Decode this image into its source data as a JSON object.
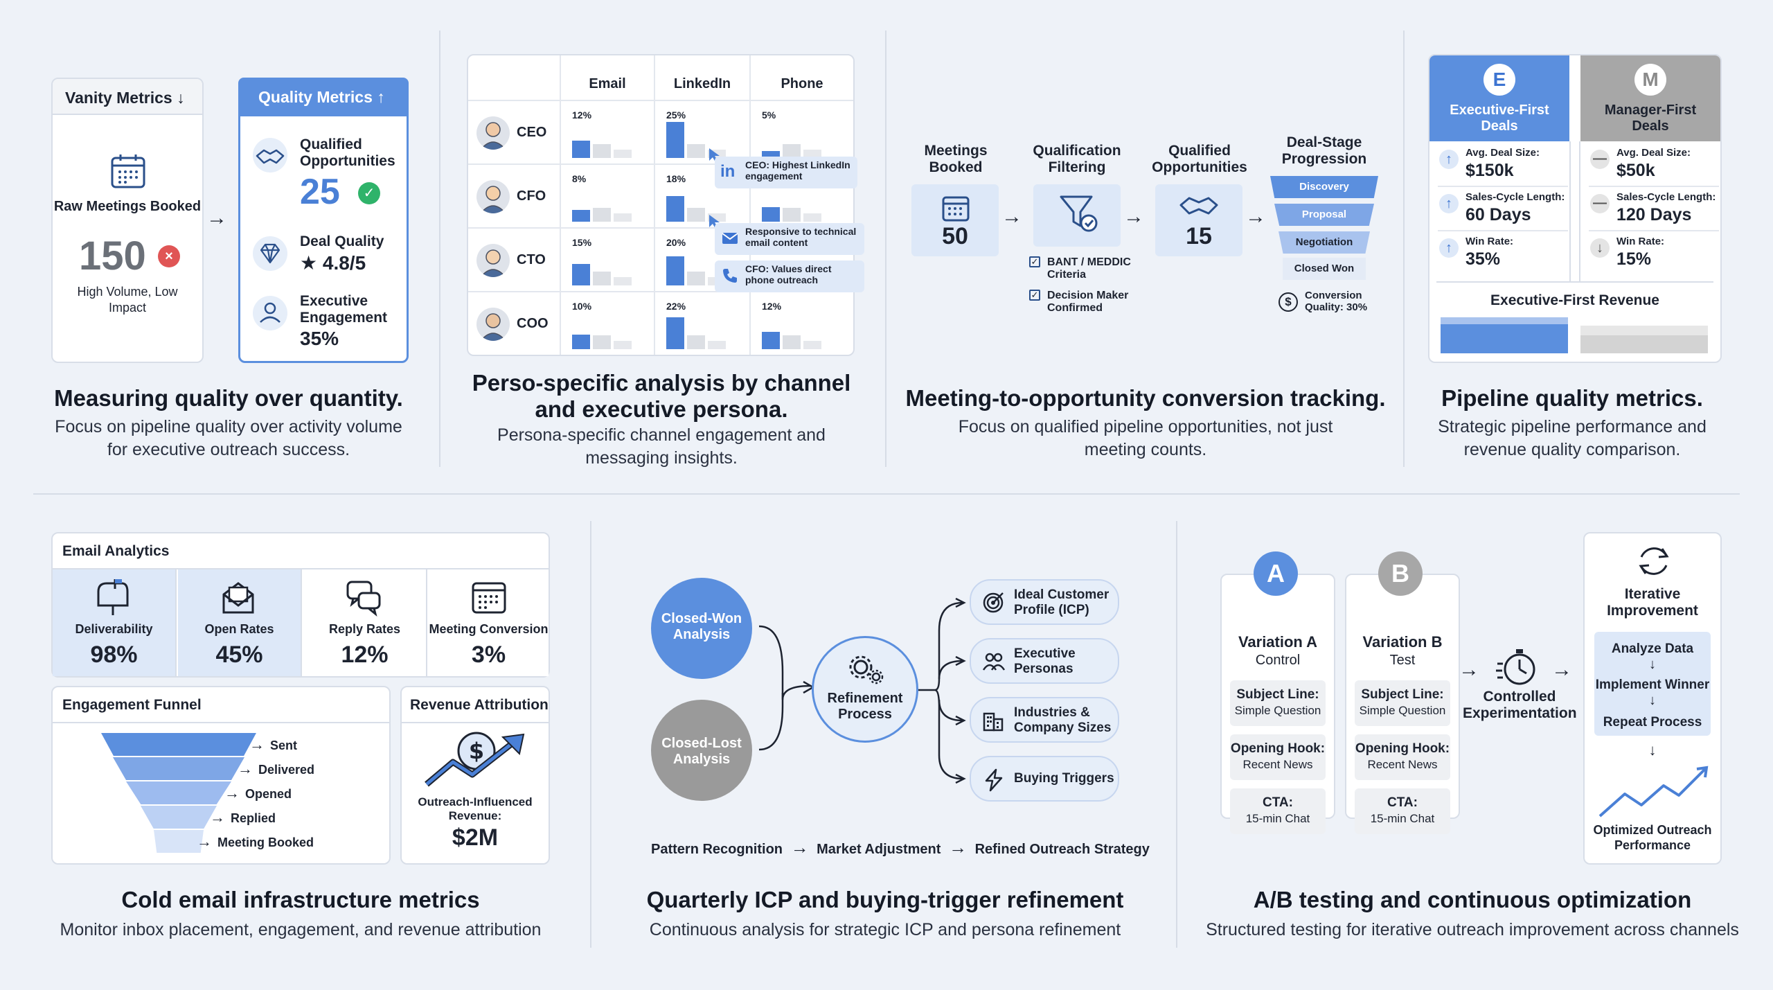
{
  "panel1": {
    "vanity_label": "Vanity Metrics",
    "quality_label": "Quality Metrics",
    "raw_label": "Raw Meetings Booked",
    "raw_value": "150",
    "raw_note": "High Volume, Low Impact",
    "qo_label": "Qualified Opportunities",
    "qo_value": "25",
    "dq_label": "Deal Quality",
    "dq_value": "★ 4.8/5",
    "ee_label": "Executive Engagement",
    "ee_value": "35%",
    "title": "Measuring quality over quantity.",
    "subtitle": "Focus on pipeline quality over activity volume for executive outreach success."
  },
  "panel2": {
    "columns": [
      "Email",
      "LinkedIn",
      "Phone"
    ],
    "rows": [
      {
        "persona": "CEO",
        "values": [
          "12%",
          "25%",
          "5%"
        ]
      },
      {
        "persona": "CFO",
        "values": [
          "8%",
          "18%",
          "10%"
        ]
      },
      {
        "persona": "CTO",
        "values": [
          "15%",
          "20%",
          ""
        ]
      },
      {
        "persona": "COO",
        "values": [
          "10%",
          "22%",
          "12%"
        ]
      }
    ],
    "tip1": "CEO: Highest LinkedIn engagement",
    "tip2": "Responsive to technical email content",
    "tip3": "CFO: Values direct phone outreach",
    "title": "Perso-specific analysis by channel and executive persona.",
    "subtitle": "Persona-specific channel engagement and messaging insights."
  },
  "panel3": {
    "meetings_label": "Meetings Booked",
    "meetings_value": "50",
    "filter_label": "Qualification Filtering",
    "qualified_label": "Qualified Opportunities",
    "qualified_value": "15",
    "deal_label": "Deal-Stage Progression",
    "stages": [
      "Discovery",
      "Proposal",
      "Negotiation",
      "Closed Won"
    ],
    "check1": "BANT / MEDDIC Criteria",
    "check2": "Decision Maker Confirmed",
    "conversion": "Conversion Quality: 30%",
    "title": "Meeting-to-opportunity conversion tracking.",
    "subtitle": "Focus on qualified pipeline opportunities, not just meeting counts."
  },
  "panel4": {
    "exec_letter": "E",
    "exec_title": "Executive-First Deals",
    "mgr_letter": "M",
    "mgr_title": "Manager-First Deals",
    "exec_metrics": [
      {
        "label": "Avg. Deal Size:",
        "value": "$150k"
      },
      {
        "label": "Sales-Cycle Length:",
        "value": "60 Days"
      },
      {
        "label": "Win Rate:",
        "value": "35%"
      }
    ],
    "mgr_metrics": [
      {
        "label": "Avg. Deal Size:",
        "value": "$50k"
      },
      {
        "label": "Sales-Cycle Length:",
        "value": "120 Days"
      },
      {
        "label": "Win Rate:",
        "value": "15%"
      }
    ],
    "revenue_label": "Executive-First Revenue",
    "title": "Pipeline quality metrics.",
    "subtitle": "Strategic pipeline performance and revenue quality comparison."
  },
  "panel5": {
    "header": "Email Analytics",
    "kpis": [
      {
        "label": "Deliverability",
        "value": "98%"
      },
      {
        "label": "Open Rates",
        "value": "45%"
      },
      {
        "label": "Reply Rates",
        "value": "12%"
      },
      {
        "label": "Meeting Conversion",
        "value": "3%"
      }
    ],
    "funnel_header": "Engagement Funnel",
    "funnel_steps": [
      "Sent",
      "Delivered",
      "Opened",
      "Replied",
      "Meeting Booked"
    ],
    "revenue_header": "Revenue Attribution",
    "revenue_label": "Outreach-Influenced Revenue:",
    "revenue_value": "$2M",
    "title": "Cold email infrastructure metrics",
    "subtitle": "Monitor inbox placement, engagement, and revenue attribution"
  },
  "panel6": {
    "won": "Closed-Won Analysis",
    "lost": "Closed-Lost Analysis",
    "center": "Refinement Process",
    "outputs": [
      "Ideal Customer Profile (ICP)",
      "Executive Personas",
      "Industries & Company Sizes",
      "Buying Triggers"
    ],
    "flow": [
      "Pattern Recognition",
      "Market Adjustment",
      "Refined Outreach Strategy"
    ],
    "title": "Quarterly ICP and buying-trigger refinement",
    "subtitle": "Continuous analysis for strategic ICP and persona refinement"
  },
  "panel7": {
    "a_letter": "A",
    "a_title": "Variation A",
    "a_sub": "Control",
    "b_letter": "B",
    "b_title": "Variation B",
    "b_sub": "Test",
    "a_items": [
      {
        "k": "Subject Line:",
        "v": "Simple Question"
      },
      {
        "k": "Opening Hook:",
        "v": "Recent News"
      },
      {
        "k": "CTA:",
        "v": "15-min Chat"
      }
    ],
    "b_items": [
      {
        "k": "Subject Line:",
        "v": "Simple Question"
      },
      {
        "k": "Opening Hook:",
        "v": "Recent News"
      },
      {
        "k": "CTA:",
        "v": "15-min Chat"
      }
    ],
    "controlled": "Controlled Experimentation",
    "iter_title": "Iterative Improvement",
    "steps": [
      "Analyze Data",
      "Implement Winner",
      "Repeat Process"
    ],
    "optimized": "Optimized Outreach Performance",
    "title": "A/B testing and continuous optimization",
    "subtitle": "Structured testing for iterative outreach improvement across channels"
  },
  "colors": {
    "accent": "#5b8fde",
    "dark_accent": "#3d74d1",
    "grey": "#9a9a9a",
    "red": "#e05555",
    "green": "#2fb36a"
  }
}
